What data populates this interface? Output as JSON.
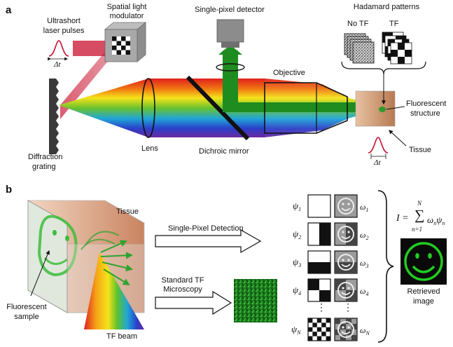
{
  "panel_a": {
    "letter": "a",
    "ultrashort": "Ultrashort",
    "laser_pulses": "laser pulses",
    "pulse_symbol": "Δt",
    "slm_line1": "Spatial light",
    "slm_line2": "modulator",
    "detector": "Single-pixel detector",
    "hadamard": "Hadamard patterns",
    "no_tf": "No TF",
    "tf": "TF",
    "objective": "Objective",
    "fluorescent_line1": "Fluorescent",
    "fluorescent_line2": "structure",
    "tissue": "Tissue",
    "tissue_pulse_symbol": "Δt",
    "lens": "Lens",
    "dichroic": "Dichroic mirror",
    "diffraction_line1": "Diffraction",
    "diffraction_line2": "grating"
  },
  "panel_b": {
    "letter": "b",
    "tissue": "Tissue",
    "fluorescent_line1": "Fluorescent",
    "fluorescent_line2": "sample",
    "tf_beam": "TF beam",
    "spd": "Single-Pixel Detection",
    "std_line1": "Standard TF",
    "std_line2": "Microscopy",
    "psi": "ψ",
    "omega": "ω",
    "rows": [
      {
        "sub": "1"
      },
      {
        "sub": "2"
      },
      {
        "sub": "3"
      },
      {
        "sub": "4"
      },
      {
        "sub": "N"
      }
    ],
    "dots": "⋮",
    "eq_lhs": "I =",
    "eq_sum": "∑",
    "eq_top": "N",
    "eq_bottom": "n=1",
    "eq_term": "ω",
    "eq_term_sub": "n",
    "eq_term2": "ψ",
    "eq_term2_sub": "n",
    "retrieved_line1": "Retrieved",
    "retrieved_line2": "image"
  },
  "colors": {
    "laser_red": "#c8102e",
    "fluorescence_green": "#2e9b2e",
    "tissue_brown": "#c98a62",
    "accent": "#333333"
  }
}
